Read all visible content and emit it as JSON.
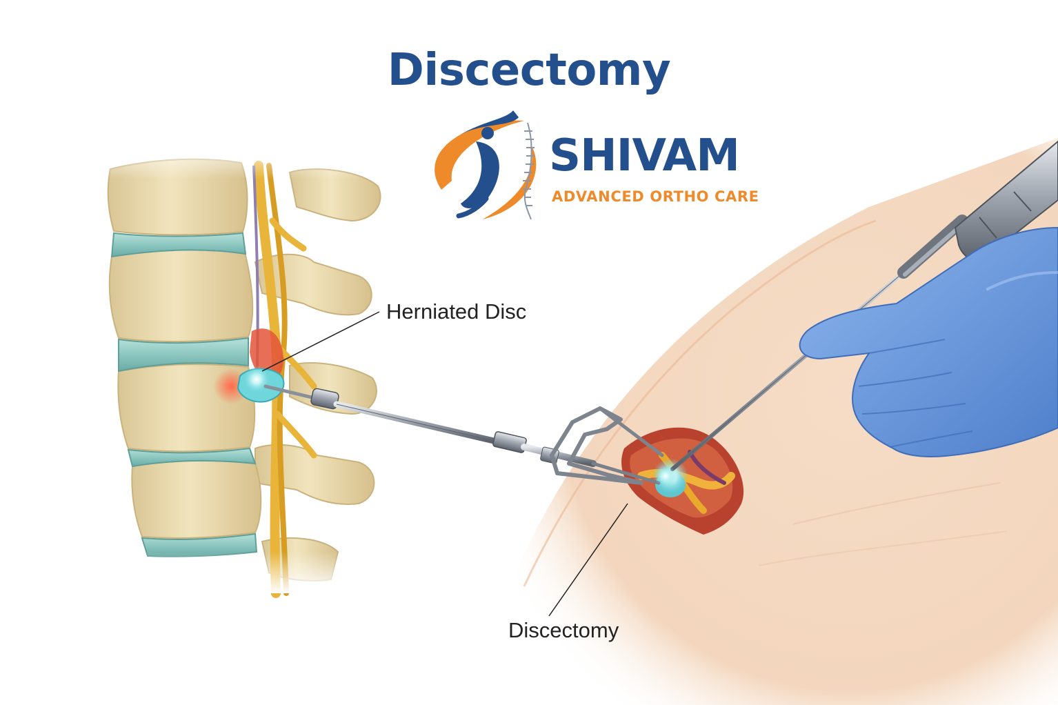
{
  "title": "Discectomy",
  "logo": {
    "name": "SHIVAM",
    "tagline": "ADVANCED ORTHO CARE",
    "colors": {
      "primary": "#234f8c",
      "accent": "#ee8a2a"
    }
  },
  "callouts": {
    "herniated_disc": "Herniated Disc",
    "discectomy": "Discectomy"
  },
  "colors": {
    "bone": "#ecdcb0",
    "disc": "#8fc9c3",
    "nerve": "#e8b53a",
    "glove": "#6f9ee0",
    "skin": "#f5d9c0",
    "herniation": "#6fd6dc",
    "inflammation": "#e4553a"
  },
  "icons": [
    "logo-figure-icon",
    "logo-spine-icon",
    "glove-icon"
  ]
}
